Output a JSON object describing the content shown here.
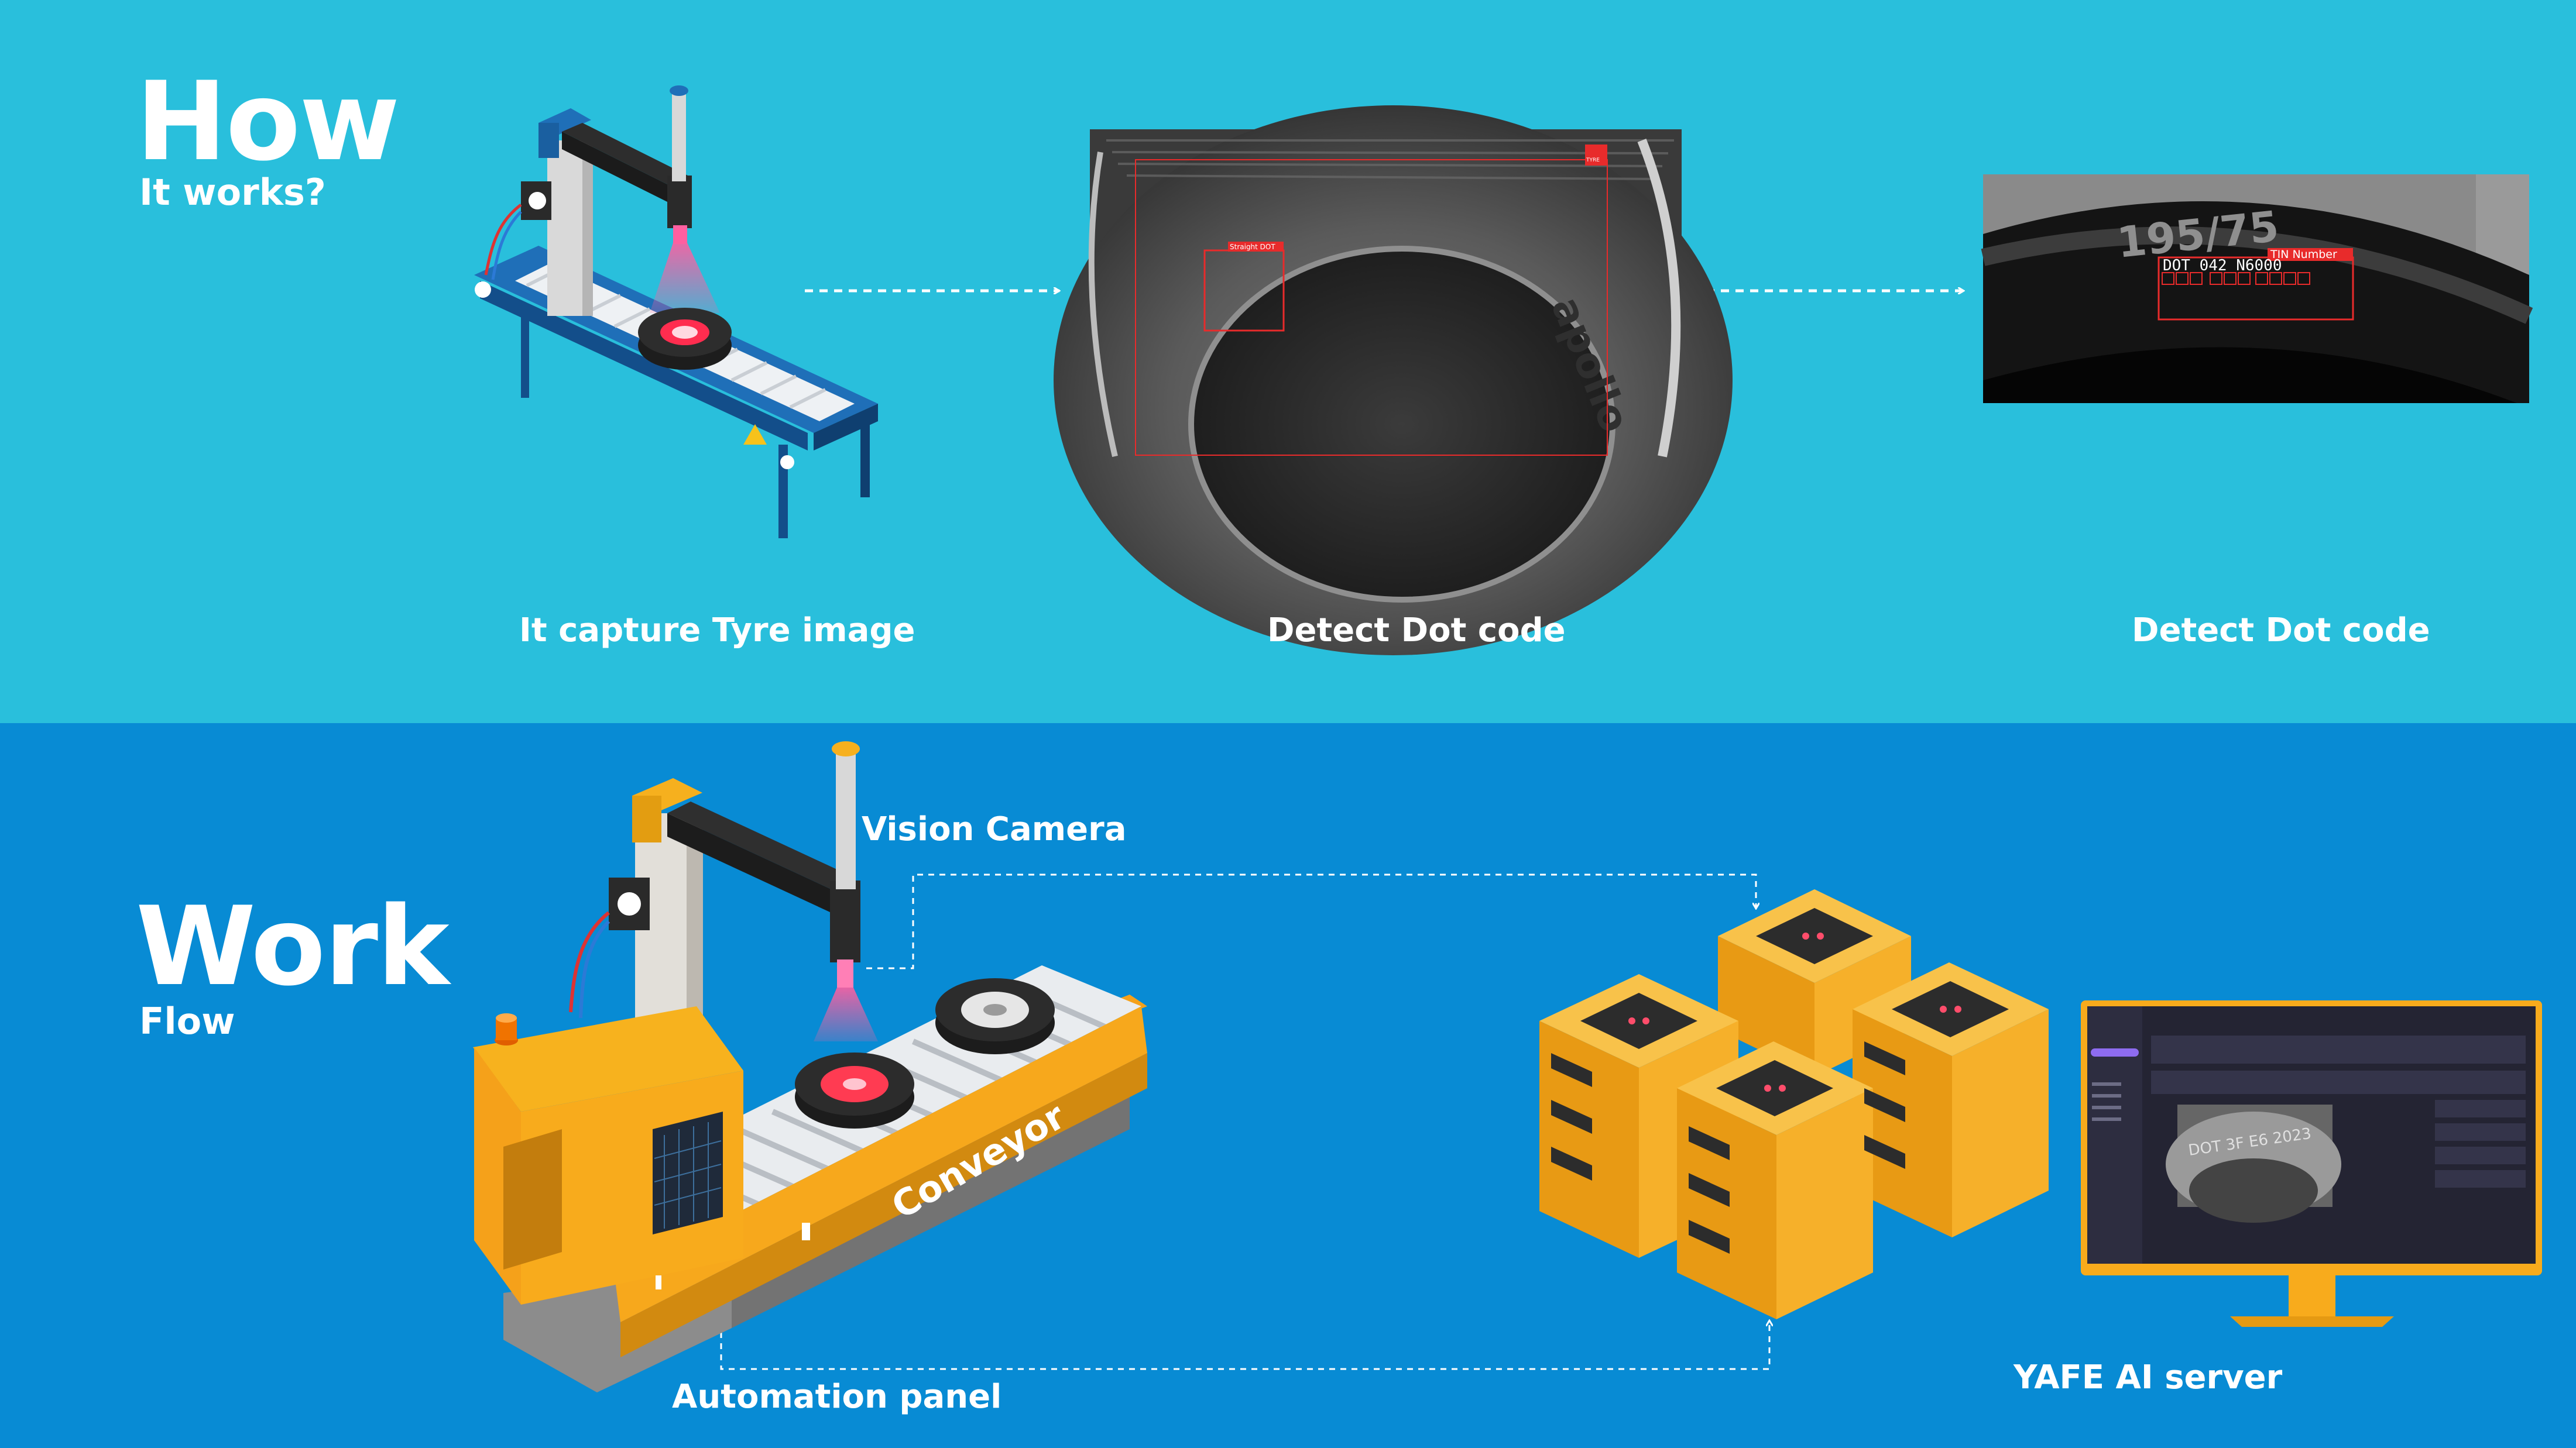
{
  "how": {
    "title": "How",
    "subtitle": "It works?"
  },
  "steps": [
    {
      "caption": "It capture Tyre image"
    },
    {
      "caption": "Detect Dot code",
      "tag": "Straight DOT",
      "corner": "TYRE",
      "brand": "apollo"
    },
    {
      "caption": "Detect Dot code",
      "tire_text": "195/75",
      "tag": "TIN Number",
      "code": "DOT 042 N6000"
    }
  ],
  "work": {
    "title": "Work",
    "subtitle": "Flow"
  },
  "labels": {
    "vision_camera": "Vision Camera",
    "conveyor": "Conveyor",
    "automation_panel": "Automation panel",
    "server": "YAFE AI server",
    "monitor_dot": "DOT 3F E6 2023"
  },
  "colors": {
    "top_bg": "#29bfdc",
    "bottom_bg": "#088bd4",
    "machine_orange": "#f4a91b",
    "server_orange": "#f3a81e",
    "detection_red": "#e82b2b",
    "monitor_bg": "#242433"
  }
}
